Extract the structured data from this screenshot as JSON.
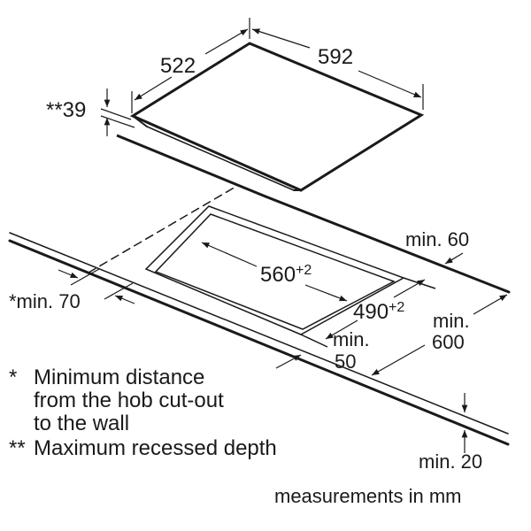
{
  "diagram": {
    "type": "hob-installation-dimensions",
    "colors": {
      "line": "#1a1a1a",
      "background": "#ffffff"
    },
    "hob": {
      "depth_label": "522",
      "width_label": "592",
      "recessed_depth_label": "**39"
    },
    "cutout": {
      "width_label": "560",
      "width_tolerance": "+2",
      "depth_label": "490",
      "depth_tolerance": "+2"
    },
    "clearances": {
      "rear_wall": "*min. 70",
      "rear_edge": "min. 60",
      "front_edge_line1": "min.",
      "front_edge_line2": "50",
      "worktop_depth_line1": "min.",
      "worktop_depth_line2": "600",
      "worktop_thickness": "min. 20"
    },
    "notes": [
      {
        "marker": "*",
        "lines": [
          "Minimum distance",
          "from the hob cut-out",
          "to the wall"
        ]
      },
      {
        "marker": "**",
        "lines": [
          "Maximum recessed depth"
        ]
      }
    ],
    "units_caption": "measurements in mm"
  }
}
